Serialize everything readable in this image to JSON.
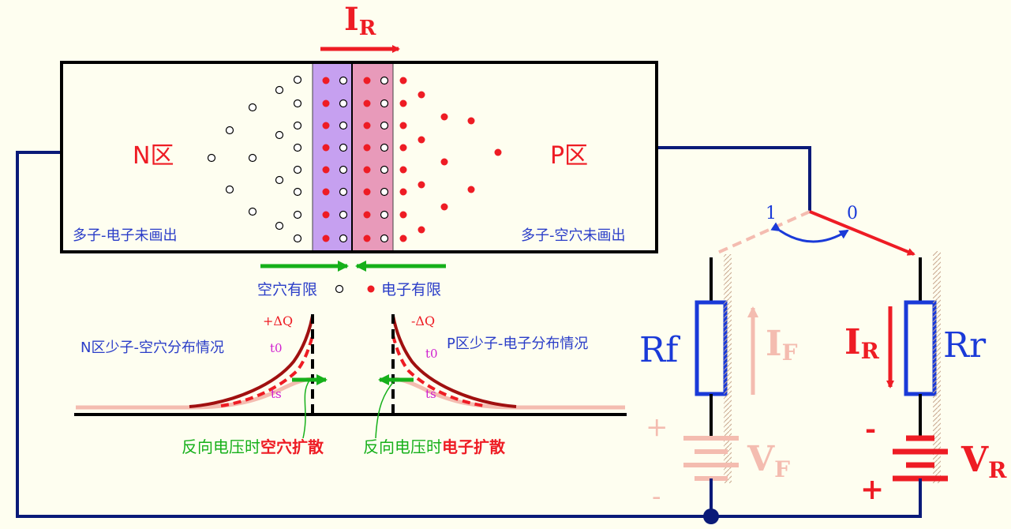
{
  "labels": {
    "current_I": "I",
    "current_sub_R": "R",
    "n_region": "N区",
    "p_region": "P区",
    "n_majority_note": "多子-电子未画出",
    "p_majority_note": "多子-空穴未画出",
    "limited_holes": "空穴有限",
    "limited_electrons": "电子有限",
    "plus_dq": "+ΔQ",
    "minus_dq": "-ΔQ",
    "n_minority_dist": "N区少子-空穴分布情况",
    "p_minority_dist": "P区少子-电子分布情况",
    "t0_left": "t0",
    "t0_right": "t0",
    "ts_left": "ts",
    "ts_right": "ts",
    "hole_diffusion_prefix": "反向电压时",
    "hole_diffusion_em": "空穴扩散",
    "electron_diffusion_prefix": "反向电压时",
    "electron_diffusion_em": "电子扩散",
    "switch_pos_1": "1",
    "switch_pos_0": "0",
    "resistor_f": "Rf",
    "resistor_r": "Rr",
    "IF_main": "I",
    "IF_sub": "F",
    "IR_main": "I",
    "IR_sub": "R",
    "VF_main": "V",
    "VF_sub": "F",
    "VR_main": "V",
    "VR_sub": "R",
    "vf_plus": "+",
    "vf_minus": "-",
    "vr_minus": "-",
    "vr_plus": "+"
  },
  "colors": {
    "background": "#fefef0",
    "wire": "#0a1a78",
    "red": "#ee1c24",
    "blue_text": "#2a3dc8",
    "green": "#16b01a",
    "n_depletion": "#c6a0f0",
    "p_depletion": "#e89aba",
    "faded": "#f4bcb0",
    "dark_red": "#a01010",
    "magenta": "#d020d0"
  }
}
